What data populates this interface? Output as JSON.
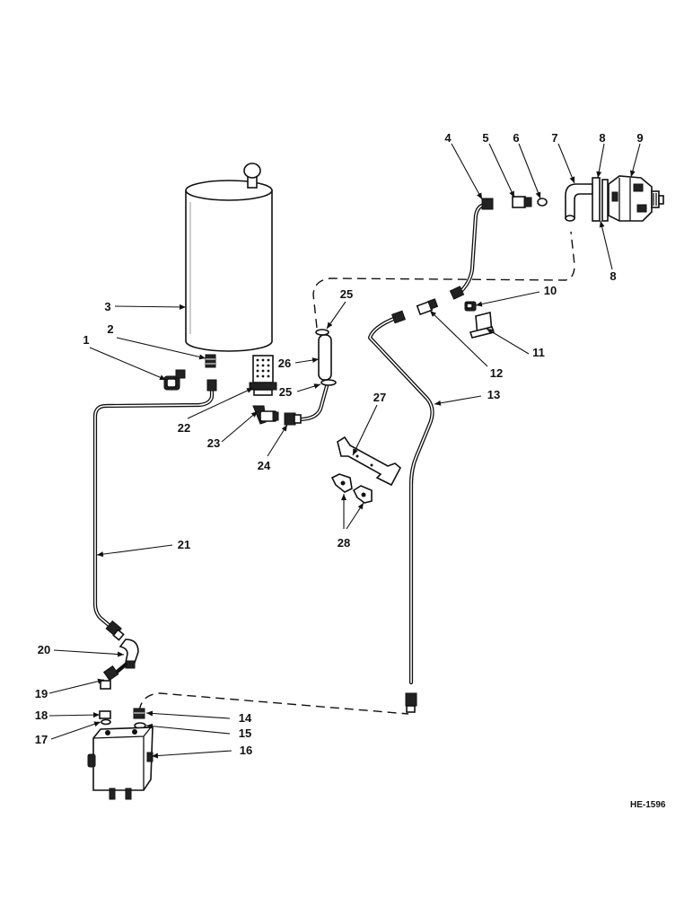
{
  "reference_code": "HE-1596",
  "callouts": [
    "1",
    "2",
    "3",
    "4",
    "5",
    "6",
    "7",
    "8",
    "8",
    "9",
    "10",
    "11",
    "12",
    "13",
    "14",
    "15",
    "16",
    "17",
    "18",
    "19",
    "20",
    "21",
    "22",
    "23",
    "24",
    "25",
    "25",
    "26",
    "27",
    "28"
  ]
}
